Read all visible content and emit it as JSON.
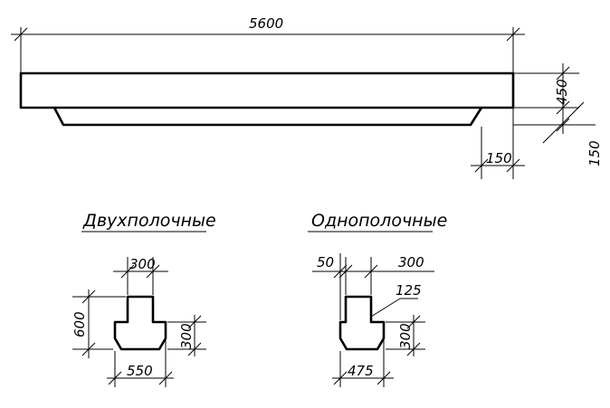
{
  "beam": {
    "length": "5600",
    "height": "450",
    "shelf_depth": "150",
    "shelf_offset": "150"
  },
  "section_double": {
    "title": "Двухполочные",
    "top_width": "300",
    "total_height": "600",
    "lower_height": "300",
    "bottom_width": "550"
  },
  "section_single": {
    "title": "Однополочные",
    "left_offset": "50",
    "top_width": "300",
    "shelf_width": "125",
    "lower_height": "300",
    "bottom_width": "475"
  }
}
